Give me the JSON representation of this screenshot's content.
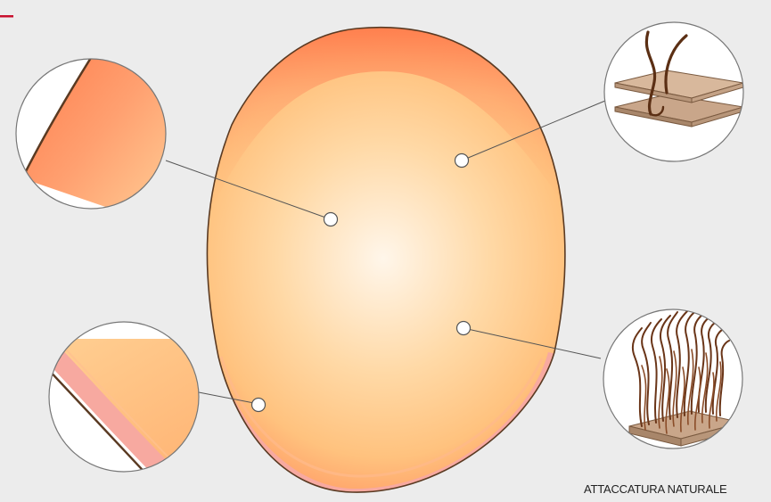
{
  "caption": "ATTACCATURA NATURALE",
  "colors": {
    "background": "#ececec",
    "accent_mark": "#c8102e",
    "cap_edge": "#e8704a",
    "cap_center": "#fff6ea",
    "cap_mid": "#ffcc8a",
    "front_band": "#f7a9a0",
    "outline": "#5a3a22",
    "base_layer": "#c9a68a",
    "hair": "#7a4424"
  },
  "callouts": [
    {
      "name": "edge-detail",
      "icon": "edge-zoom-icon"
    },
    {
      "name": "top-layer-detail",
      "icon": "layered-base-icon"
    },
    {
      "name": "front-band-detail",
      "icon": "front-band-zoom-icon"
    },
    {
      "name": "natural-hairline-detail",
      "icon": "hair-strands-icon"
    }
  ]
}
